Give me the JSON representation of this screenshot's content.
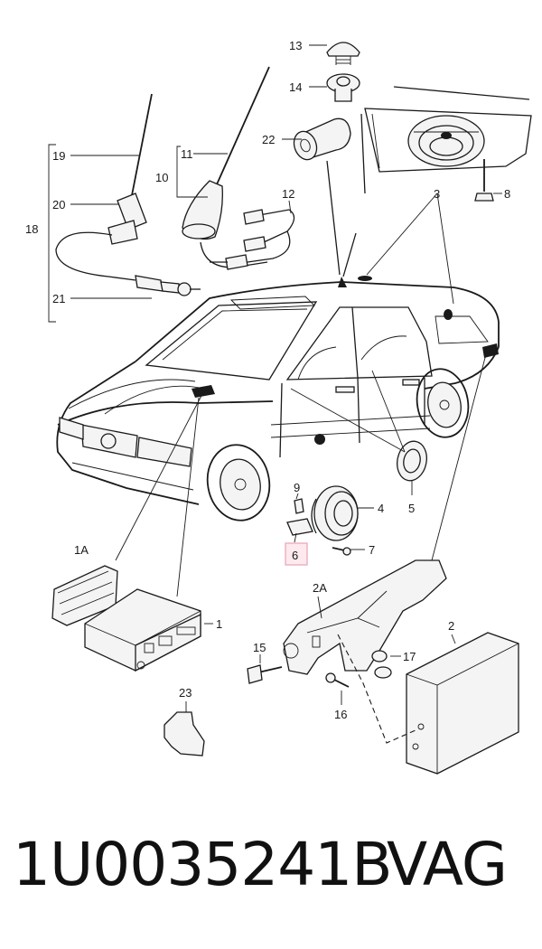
{
  "callouts": {
    "c13": "13",
    "c14": "14",
    "c22": "22",
    "c19": "19",
    "c20": "20",
    "c18": "18",
    "c21": "21",
    "c11": "11",
    "c10": "10",
    "c12": "12",
    "c3": "3",
    "c8": "8",
    "c9": "9",
    "c4": "4",
    "c5": "5",
    "c6": "6",
    "c7": "7",
    "c1A": "1A",
    "c1": "1",
    "c2A": "2A",
    "c2": "2",
    "c15": "15",
    "c17": "17",
    "c16": "16",
    "c23": "23"
  },
  "highlighted_callout": "6",
  "footer": {
    "part_number": "1U0035241B",
    "brand": "VAG"
  },
  "colors": {
    "line": "#1a1a1a",
    "highlight_fill": "#fde9ee",
    "highlight_stroke": "#e8a3b5"
  }
}
